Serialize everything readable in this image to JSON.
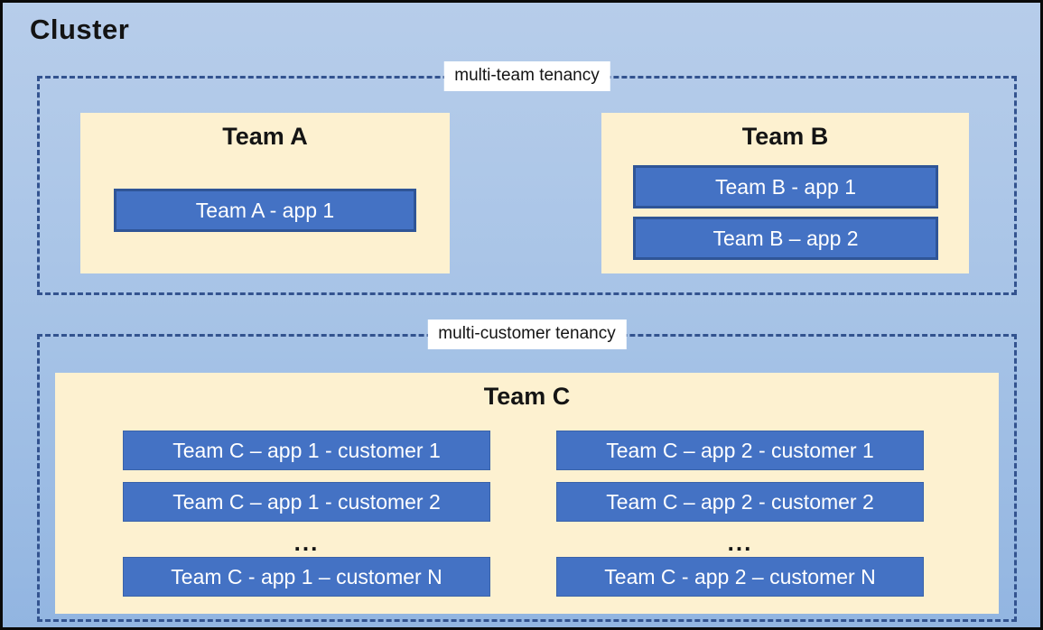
{
  "cluster": {
    "title": "Cluster"
  },
  "sections": [
    {
      "label": "multi-team tenancy",
      "teams": [
        {
          "name": "Team A",
          "apps": [
            "Team A - app 1"
          ]
        },
        {
          "name": "Team B",
          "apps": [
            "Team B - app 1",
            "Team B – app 2"
          ]
        }
      ]
    },
    {
      "label": "multi-customer tenancy",
      "teams": [
        {
          "name": "Team C",
          "columns": [
            {
              "apps": [
                "Team C – app 1 - customer 1",
                "Team C – app 1 - customer 2"
              ],
              "ellipsis": "...",
              "last_app": "Team C - app 1 – customer N"
            },
            {
              "apps": [
                "Team C – app 2 - customer 1",
                "Team C – app 2 - customer 2"
              ],
              "ellipsis": "...",
              "last_app": "Team C - app 2 – customer N"
            }
          ]
        }
      ]
    }
  ],
  "colors": {
    "background_top": "#B7CDEA",
    "background_bottom": "#92B5E1",
    "dashed_border": "#33538F",
    "team_box_fill": "#FDF1D0",
    "app_box_fill": "#4472C4",
    "app_box_border": "#2F5597",
    "app_text": "#FFFFFF",
    "heading_text": "#141414",
    "label_background": "#FFFFFF",
    "outer_border": "#0A0A0A"
  }
}
